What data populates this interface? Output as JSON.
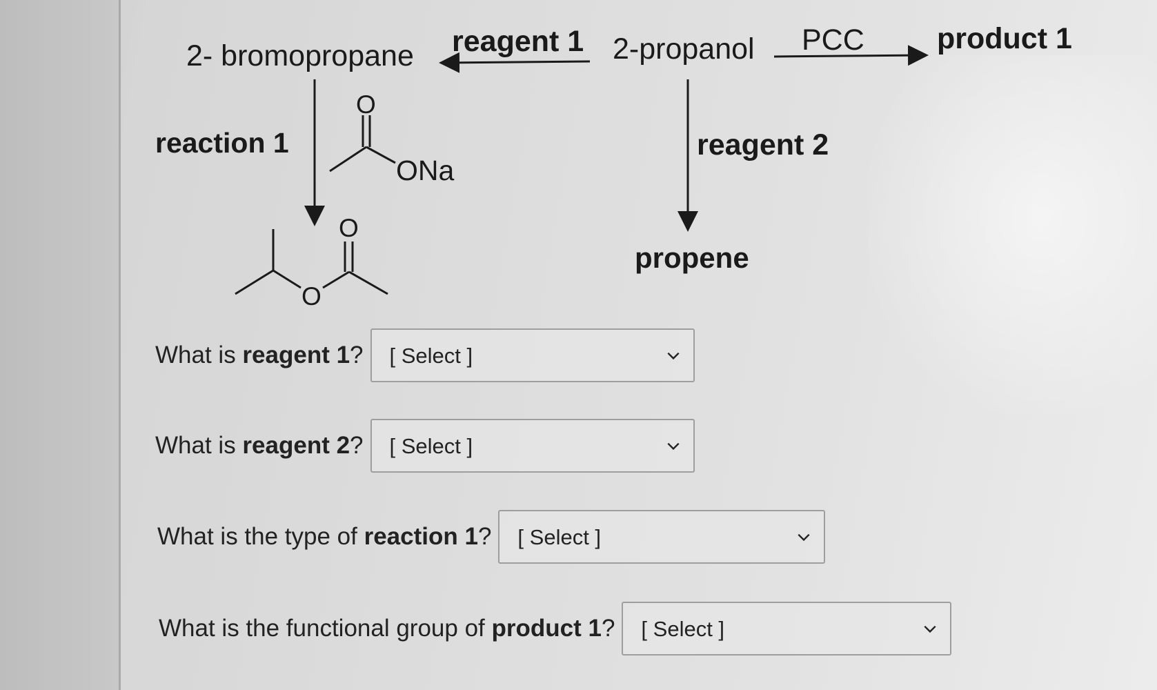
{
  "scheme": {
    "start": "2- bromopropane",
    "reagent1": "reagent 1",
    "middle": "2-propanol",
    "oxidant": "PCC",
    "product": "product 1",
    "reaction1": "reaction 1",
    "reagent2": "reagent 2",
    "propene": "propene",
    "carbonyl_o_top": "O",
    "sodium_salt": "ONa",
    "ester_carbonyl_o": "O",
    "ester_o": "O"
  },
  "questions": [
    {
      "prefix": "What is ",
      "bold": "reagent 1",
      "suffix": "?",
      "select": "[ Select ]"
    },
    {
      "prefix": "What is ",
      "bold": "reagent 2",
      "suffix": "?",
      "select": "[ Select ]"
    },
    {
      "prefix": "What is the type of ",
      "bold": "reaction 1",
      "suffix": "?",
      "select": "[ Select ]"
    },
    {
      "prefix": "What is the functional group of ",
      "bold": "product 1",
      "suffix": "?",
      "select": "[ Select ]"
    }
  ],
  "icons": {
    "dropdown": "chevron-down-icon"
  }
}
